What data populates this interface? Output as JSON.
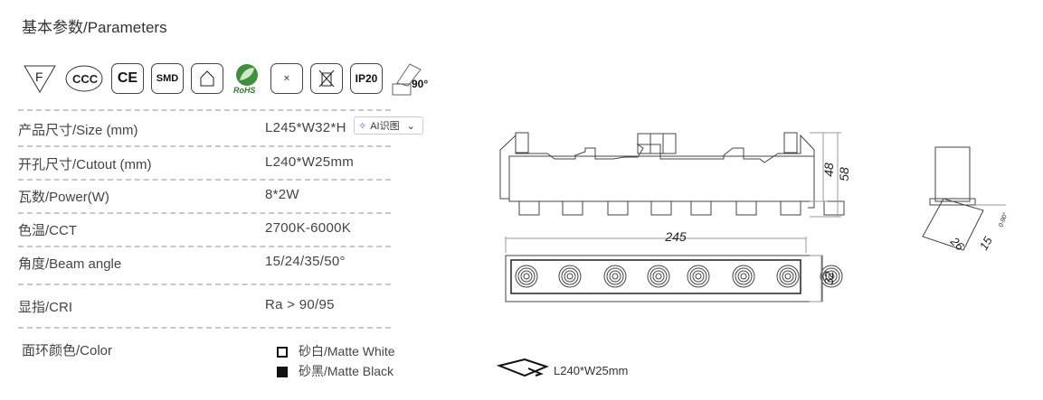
{
  "title": "基本参数/Parameters",
  "cert_icons": [
    {
      "name": "f-mark-icon",
      "text": "F"
    },
    {
      "name": "ccc-icon",
      "text": "CCC"
    },
    {
      "name": "ce-icon",
      "text": "CE"
    },
    {
      "name": "smd-icon",
      "text": "SMD"
    },
    {
      "name": "indoor-icon",
      "text": ""
    },
    {
      "name": "rohs-icon",
      "text": "RoHS"
    },
    {
      "name": "no-cover-icon",
      "text": "×"
    },
    {
      "name": "weee-icon",
      "text": ""
    },
    {
      "name": "ip20-icon",
      "text": "IP20"
    },
    {
      "name": "tilt-icon",
      "text": "90°"
    }
  ],
  "specs": [
    {
      "label": "产品尺寸/Size (mm)",
      "value": "L245*W32*H"
    },
    {
      "label": "开孔尺寸/Cutout (mm)",
      "value": "L240*W25mm"
    },
    {
      "label": "瓦数/Power(W)",
      "value": "8*2W"
    },
    {
      "label": "色温/CCT",
      "value": "2700K-6000K"
    },
    {
      "label": "角度/Beam angle",
      "value": "15/24/35/50°"
    },
    {
      "label": "显指/CRI",
      "value": "Ra > 90/95"
    }
  ],
  "color": {
    "label": "面环颜色/Color",
    "options": [
      "砂白/Matte White",
      "砂黑/Matte Black"
    ]
  },
  "ai_button": {
    "label": "AI识图",
    "chevron": "⌄"
  },
  "drawing": {
    "length": "245",
    "height1": "48",
    "height2": "58",
    "width": "32",
    "side_a": "26",
    "side_b": "15",
    "tilt": "0-90°",
    "cutout": "L240*W25mm"
  }
}
